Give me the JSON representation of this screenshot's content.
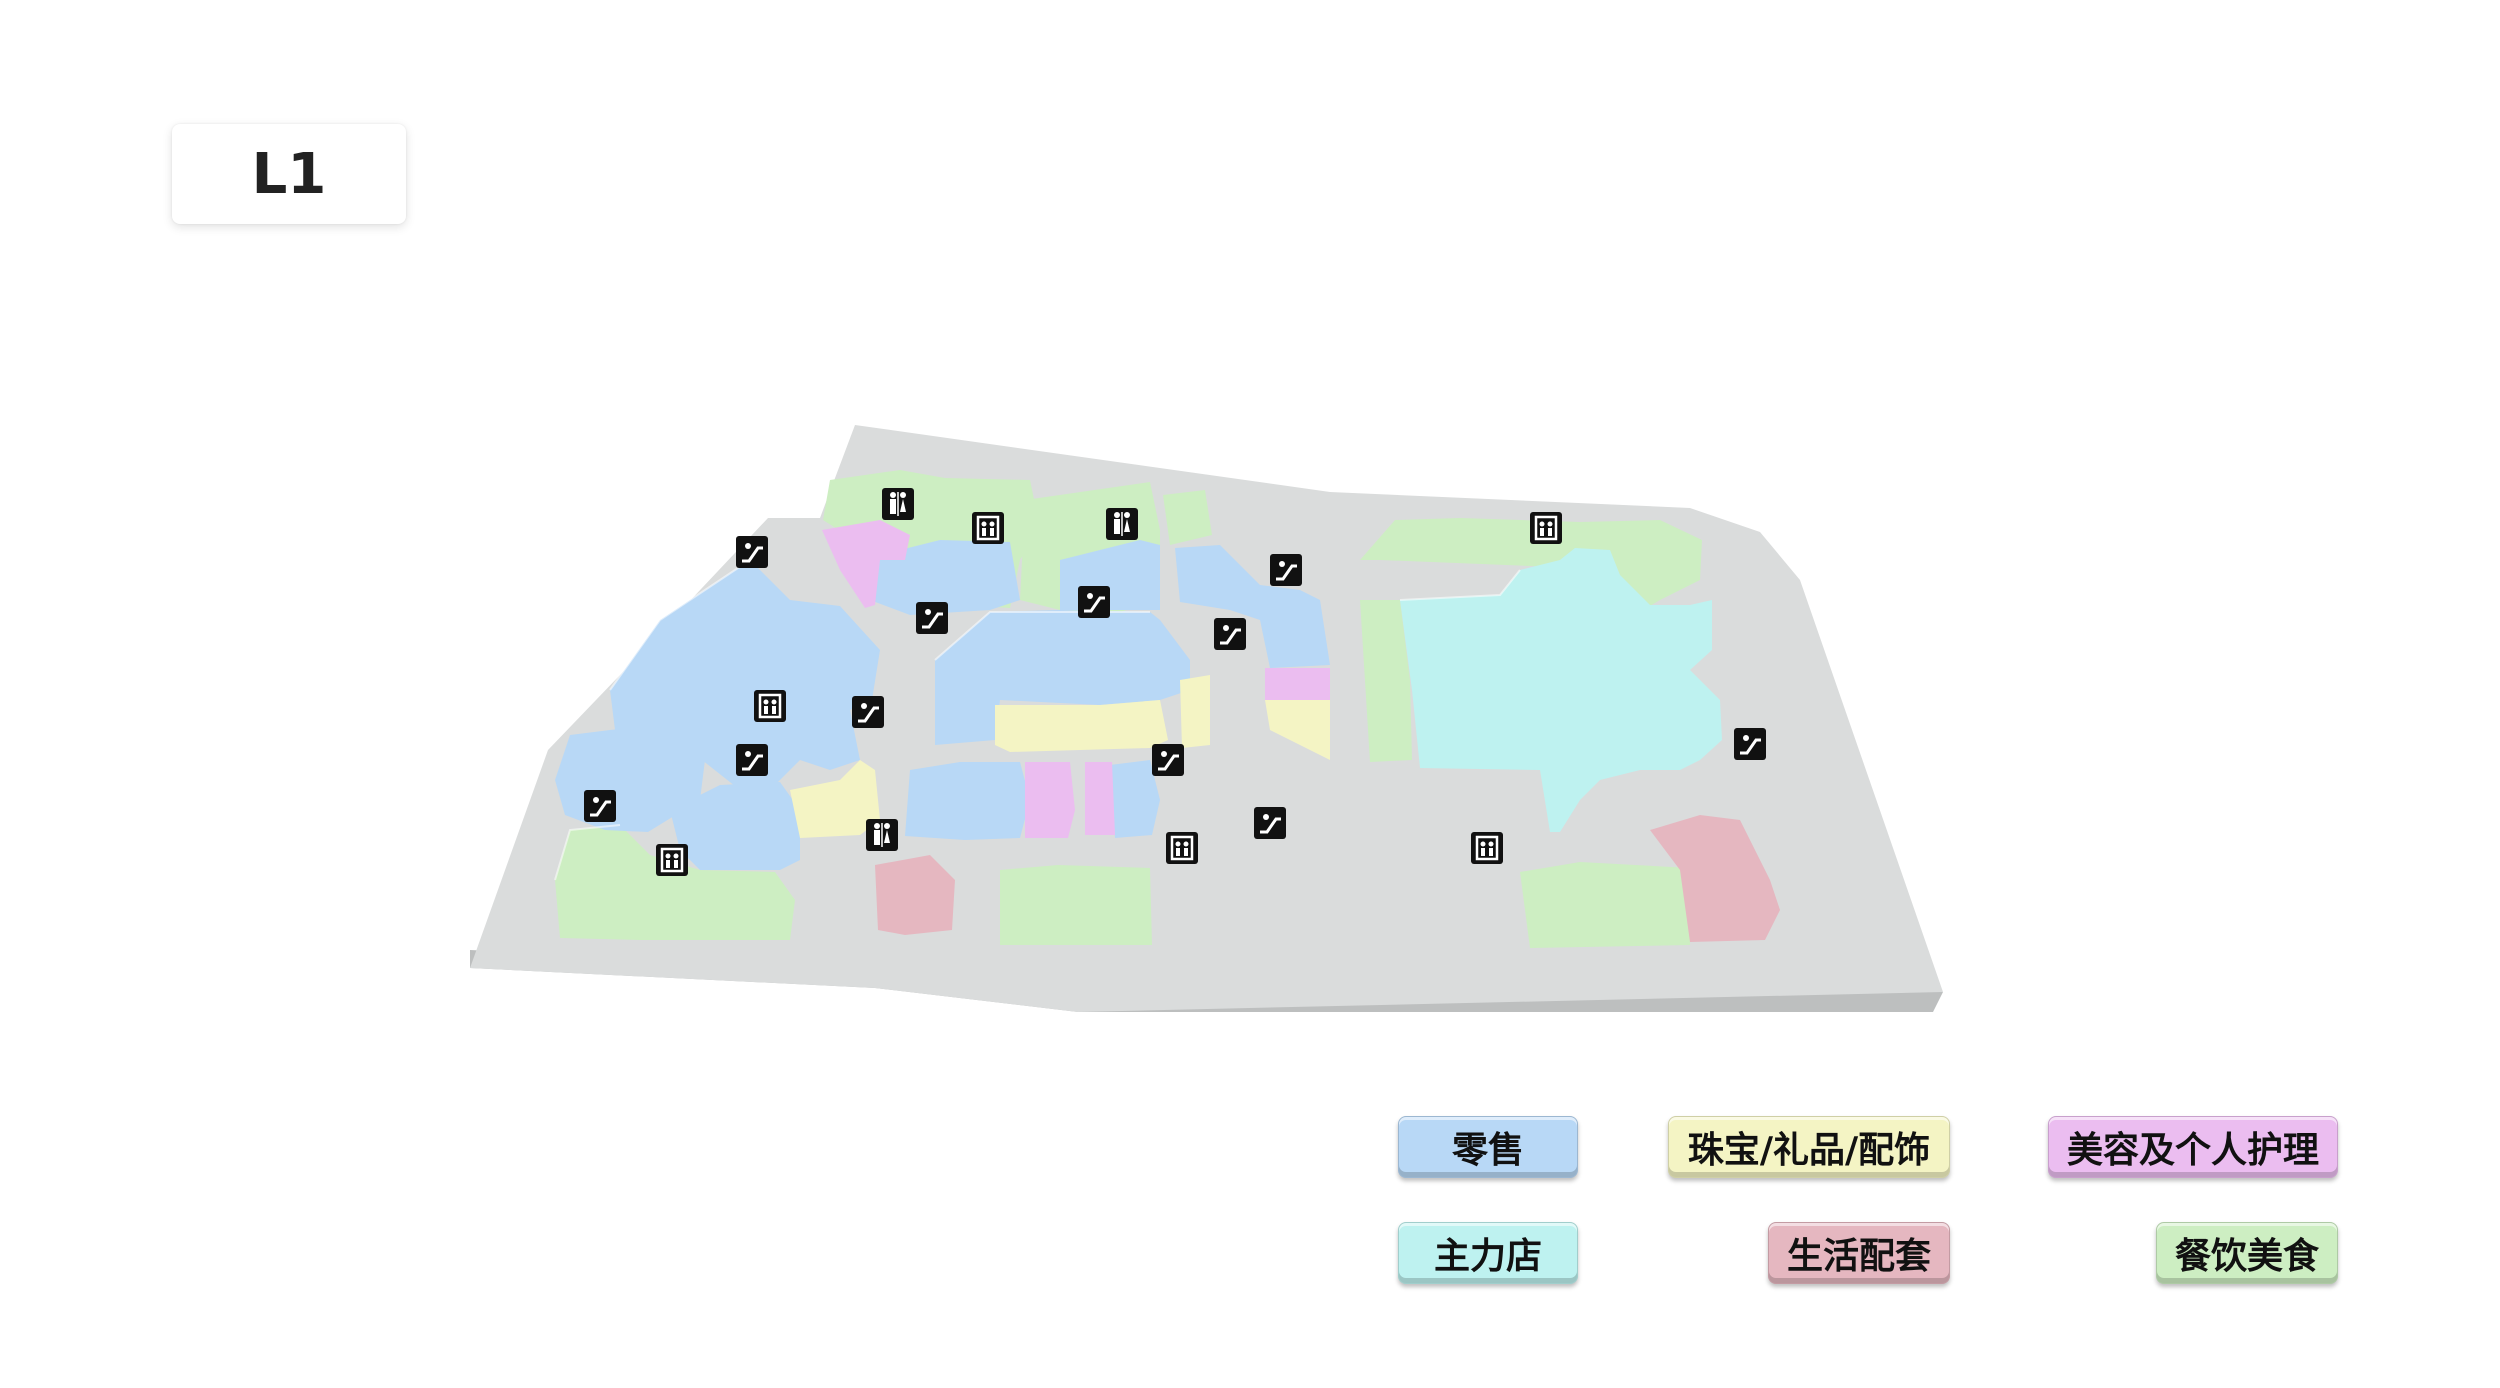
{
  "floor": {
    "label": "L1"
  },
  "colors": {
    "retail": "#b8d8f6",
    "jewelry": "#f4f4c4",
    "beauty": "#ebbdf0",
    "anchor": "#bef2f0",
    "services": "#e5b7c0",
    "dining": "#cdeec2",
    "floor_top": "#dadcdc",
    "floor_side": "#bcbebe"
  },
  "legend": [
    {
      "key": "retail",
      "label": "零售"
    },
    {
      "key": "jewelry",
      "label": "珠宝/礼品/配饰"
    },
    {
      "key": "beauty",
      "label": "美容及个人护理"
    },
    {
      "key": "anchor",
      "label": "主力店"
    },
    {
      "key": "services",
      "label": "生活配套"
    },
    {
      "key": "dining",
      "label": "餐饮美食"
    }
  ],
  "map_icons": {
    "restroom": "restroom-icon",
    "elevator": "elevator-icon",
    "escalator": "escalator-icon"
  }
}
